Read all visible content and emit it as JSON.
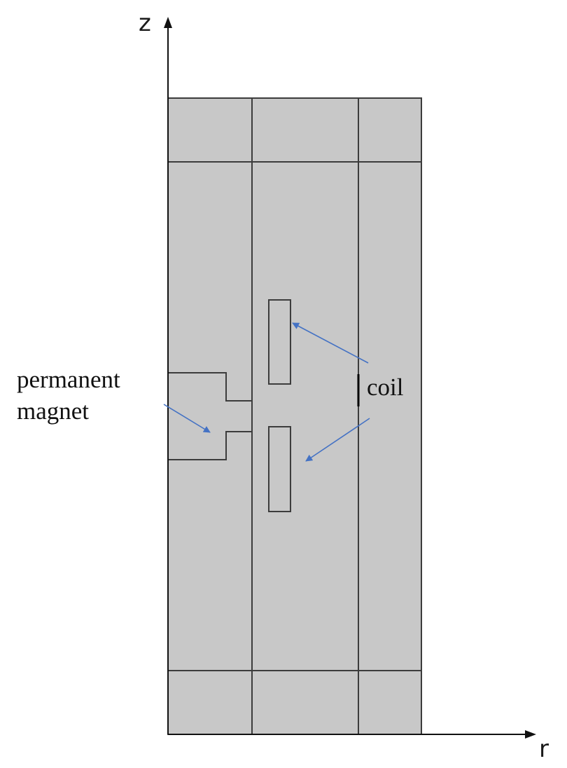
{
  "axes": {
    "vertical_label": "z",
    "horizontal_label": "r"
  },
  "labels": {
    "magnet_line1": "permanent",
    "magnet_line2": "magnet",
    "coil": "coil"
  },
  "colors": {
    "fill": "#c8c8c8",
    "stroke": "#3c3c3c",
    "axis": "#111111",
    "arrow": "#4472c4"
  }
}
